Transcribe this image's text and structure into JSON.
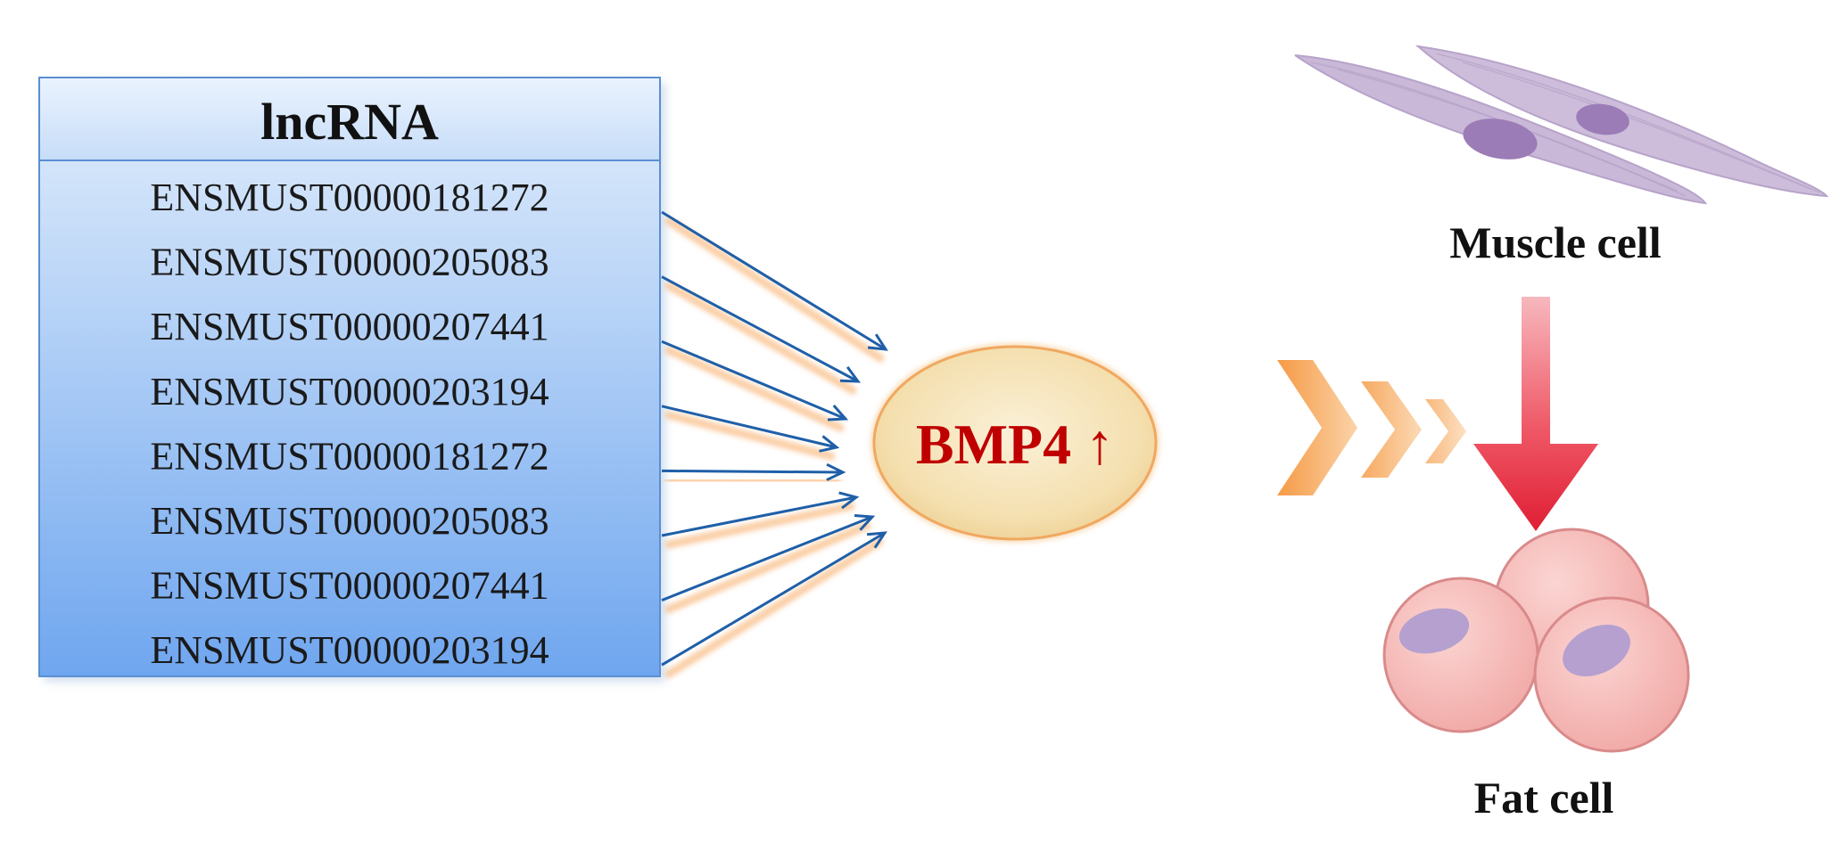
{
  "lncrna_box": {
    "title": "lncRNA",
    "items": [
      "ENSMUST00000181272",
      "ENSMUST00000205083",
      "ENSMUST00000207441",
      "ENSMUST00000203194",
      "ENSMUST00000181272",
      "ENSMUST00000205083",
      "ENSMUST00000207441",
      "ENSMUST00000203194"
    ]
  },
  "target": {
    "label": "BMP4 ↑"
  },
  "cells": {
    "muscle_label": "Muscle cell",
    "fat_label": "Fat cell"
  },
  "colors": {
    "box_top": "#dbe9fb",
    "box_bottom": "#6fa6ef",
    "box_border": "#5a8fd0",
    "arrow_blue": "#1f5fa8",
    "arrow_glow": "#f7a55a",
    "ellipse_fill": "#f6e4b8",
    "bmp_text": "#c00000",
    "chevron": "#f7a55a",
    "down_arrow": "#e8283c",
    "muscle_cell": "#c8b6d6",
    "muscle_nucleus": "#9b7cb6",
    "fat_cell": "#f4b5b3",
    "fat_nucleus": "#b5a0cf"
  }
}
